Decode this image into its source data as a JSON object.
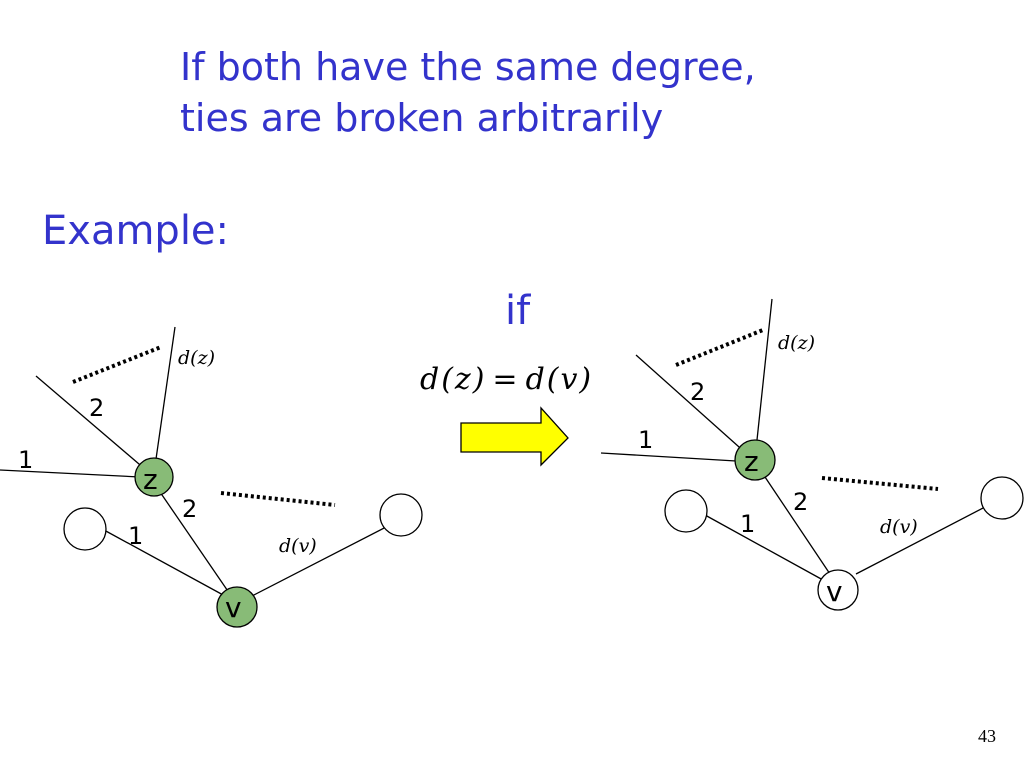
{
  "title": {
    "line1": "If both have the same degree,",
    "line2": "ties are broken arbitrarily"
  },
  "example_label": "Example:",
  "if_label": "if",
  "condition": {
    "left": "d(z)",
    "op": "=",
    "right": "d(v)"
  },
  "left_graph": {
    "node_z": "z",
    "node_v": "v",
    "edge_1_left": "1",
    "edge_2_top": "2",
    "edge_2_zv": "2",
    "edge_1_bottom": "1",
    "deg_z": "d(z)",
    "deg_v": "d(v)"
  },
  "right_graph": {
    "node_z": "z",
    "node_v": "v",
    "edge_1_left": "1",
    "edge_2_top": "2",
    "edge_2_zv": "2",
    "edge_1_bottom": "1",
    "deg_z": "d(z)",
    "deg_v": "d(v)"
  },
  "colors": {
    "title": "#3333cc",
    "highlight_node": "#88bb77",
    "arrow_fill": "#ffff00"
  },
  "page_number": "43"
}
